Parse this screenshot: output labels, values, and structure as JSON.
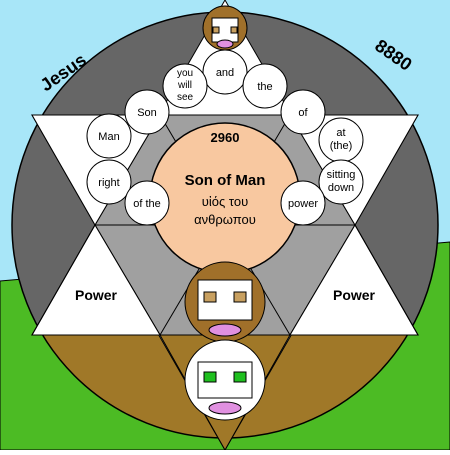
{
  "corner_left": "Jesus",
  "corner_right": "8880",
  "center": {
    "number": "2960",
    "title": "Son of Man",
    "greek_line1": "υἱός του",
    "greek_line2": "ανθρωπου"
  },
  "circles": {
    "and": "and",
    "you_will_see_1": "you",
    "you_will_see_2": "will",
    "you_will_see_3": "see",
    "the_upper": "the",
    "son": "Son",
    "of_upper": "of",
    "man": "Man",
    "at_the_1": "at",
    "at_the_2": "(the)",
    "right": "right",
    "sitting_down_1": "sitting",
    "sitting_down_2": "down",
    "of_the": "of the",
    "power": "power"
  },
  "power_left": "Power",
  "power_right": "Power",
  "colors": {
    "sky": "#a8e6f8",
    "grass": "#4cbb24",
    "earth": "#a07828",
    "dark_gray": "#666666",
    "light_gray": "#a0a0a0",
    "center_fill": "#f8c8a0"
  }
}
